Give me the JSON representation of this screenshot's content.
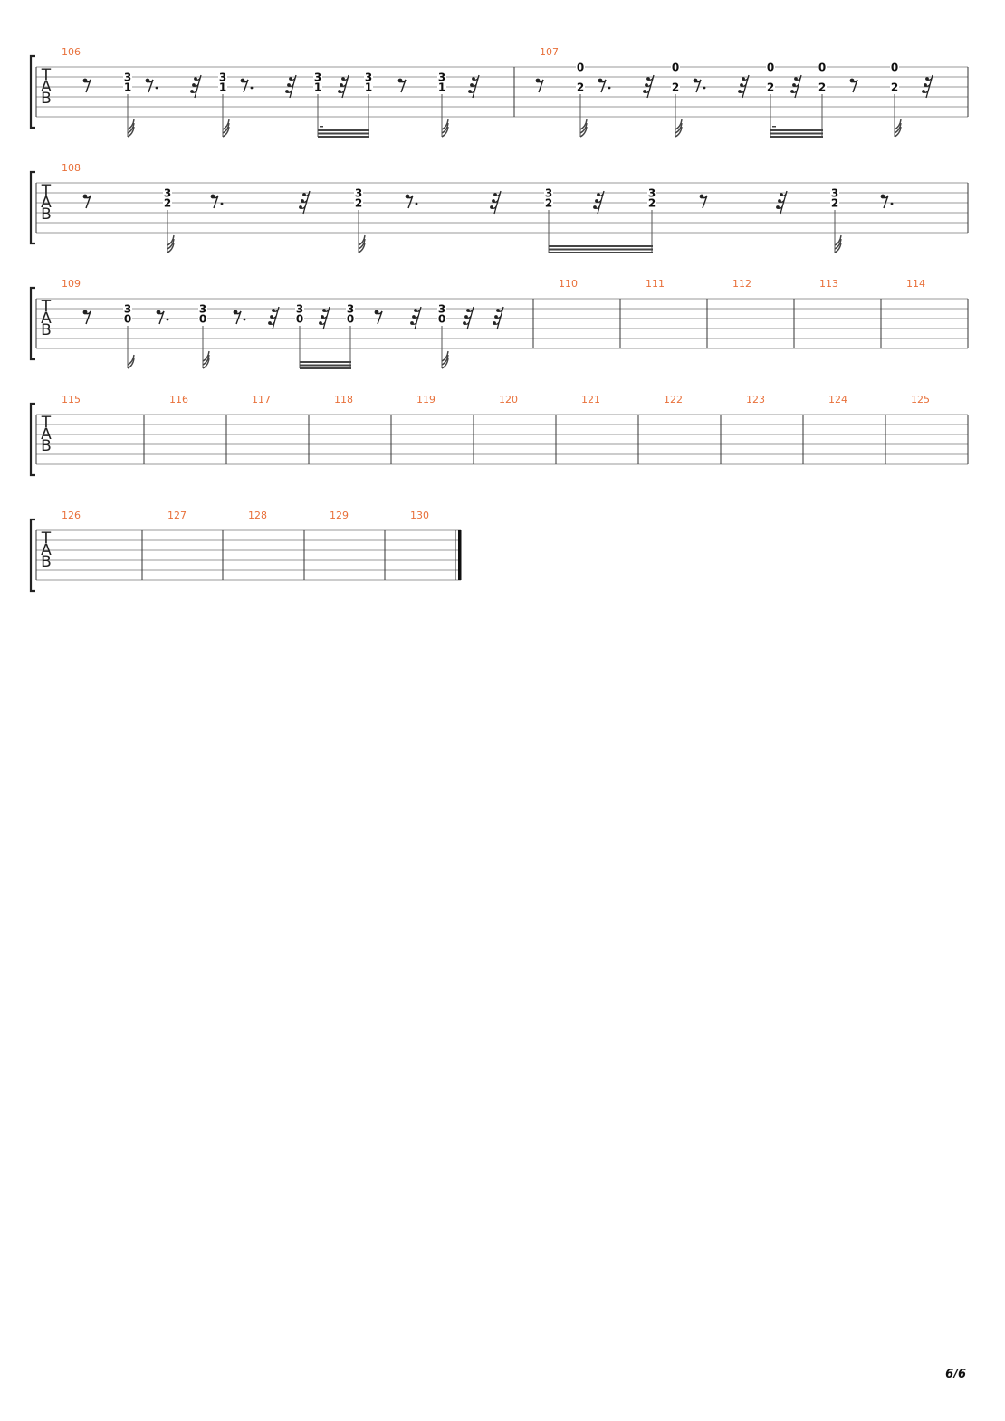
{
  "sheet": {
    "clef_letters": [
      "T",
      "A",
      "B"
    ],
    "page_number": "6/6",
    "systems": [
      {
        "measures": [
          {
            "number": "106",
            "events": [
              {
                "kind": "rest",
                "value": "8"
              },
              {
                "kind": "chord",
                "frets": {
                  "1": "3",
                  "2": "1"
                },
                "stem": "32"
              },
              {
                "kind": "rest",
                "value": "8."
              },
              {
                "kind": "rest",
                "value": "32"
              },
              {
                "kind": "chord",
                "frets": {
                  "1": "3",
                  "2": "1"
                },
                "stem": "32"
              },
              {
                "kind": "rest",
                "value": "8."
              },
              {
                "kind": "rest",
                "value": "32"
              },
              {
                "kind": "chord",
                "frets": {
                  "1": "3",
                  "2": "1"
                },
                "stem": "32",
                "beam_group": "a",
                "dotted": true
              },
              {
                "kind": "rest",
                "value": "32"
              },
              {
                "kind": "chord",
                "frets": {
                  "1": "3",
                  "2": "1"
                },
                "stem": "32",
                "beam_group": "a"
              },
              {
                "kind": "rest",
                "value": "8"
              },
              {
                "kind": "chord",
                "frets": {
                  "1": "3",
                  "2": "1"
                },
                "stem": "32"
              },
              {
                "kind": "rest",
                "value": "32"
              }
            ]
          },
          {
            "number": "107",
            "events": [
              {
                "kind": "rest",
                "value": "8"
              },
              {
                "kind": "chord",
                "frets": {
                  "0": "0",
                  "2": "2"
                },
                "stem": "32"
              },
              {
                "kind": "rest",
                "value": "8."
              },
              {
                "kind": "rest",
                "value": "32"
              },
              {
                "kind": "chord",
                "frets": {
                  "0": "0",
                  "2": "2"
                },
                "stem": "32"
              },
              {
                "kind": "rest",
                "value": "8."
              },
              {
                "kind": "rest",
                "value": "32"
              },
              {
                "kind": "chord",
                "frets": {
                  "0": "0",
                  "2": "2"
                },
                "stem": "32",
                "beam_group": "b",
                "dotted": true
              },
              {
                "kind": "rest",
                "value": "32"
              },
              {
                "kind": "chord",
                "frets": {
                  "0": "0",
                  "2": "2"
                },
                "stem": "32",
                "beam_group": "b"
              },
              {
                "kind": "rest",
                "value": "8"
              },
              {
                "kind": "chord",
                "frets": {
                  "0": "0",
                  "2": "2"
                },
                "stem": "32"
              },
              {
                "kind": "rest",
                "value": "32"
              }
            ]
          }
        ]
      },
      {
        "measures": [
          {
            "number": "108",
            "events": [
              {
                "kind": "rest",
                "value": "8"
              },
              {
                "kind": "chord",
                "frets": {
                  "1": "3",
                  "2": "2"
                },
                "stem": "32"
              },
              {
                "kind": "rest",
                "value": "8."
              },
              {
                "kind": "rest",
                "value": "32"
              },
              {
                "kind": "chord",
                "frets": {
                  "1": "3",
                  "2": "2"
                },
                "stem": "32"
              },
              {
                "kind": "rest",
                "value": "8."
              },
              {
                "kind": "rest",
                "value": "32"
              },
              {
                "kind": "chord",
                "frets": {
                  "1": "3",
                  "2": "2"
                },
                "stem": "32",
                "beam_group": "c"
              },
              {
                "kind": "rest",
                "value": "32"
              },
              {
                "kind": "chord",
                "frets": {
                  "1": "3",
                  "2": "2"
                },
                "stem": "32",
                "beam_group": "c"
              },
              {
                "kind": "rest",
                "value": "8"
              },
              {
                "kind": "rest",
                "value": "32"
              },
              {
                "kind": "chord",
                "frets": {
                  "1": "3",
                  "2": "2"
                },
                "stem": "32"
              },
              {
                "kind": "rest",
                "value": "8."
              }
            ]
          }
        ]
      },
      {
        "measures": [
          {
            "number": "109",
            "events": [
              {
                "kind": "rest",
                "value": "8"
              },
              {
                "kind": "chord",
                "frets": {
                  "1": "3",
                  "2": "0"
                },
                "stem": "16"
              },
              {
                "kind": "rest",
                "value": "8."
              },
              {
                "kind": "chord",
                "frets": {
                  "1": "3",
                  "2": "0"
                },
                "stem": "32"
              },
              {
                "kind": "rest",
                "value": "8."
              },
              {
                "kind": "rest",
                "value": "32"
              },
              {
                "kind": "chord",
                "frets": {
                  "1": "3",
                  "2": "0"
                },
                "stem": "32",
                "beam_group": "d"
              },
              {
                "kind": "rest",
                "value": "32"
              },
              {
                "kind": "chord",
                "frets": {
                  "1": "3",
                  "2": "0"
                },
                "stem": "32",
                "beam_group": "d"
              },
              {
                "kind": "rest",
                "value": "8"
              },
              {
                "kind": "rest",
                "value": "32"
              },
              {
                "kind": "chord",
                "frets": {
                  "1": "3",
                  "2": "0"
                },
                "stem": "32"
              },
              {
                "kind": "rest",
                "value": "32"
              },
              {
                "kind": "rest",
                "value": "32"
              }
            ]
          },
          {
            "number": "110",
            "events": []
          },
          {
            "number": "111",
            "events": []
          },
          {
            "number": "112",
            "events": []
          },
          {
            "number": "113",
            "events": []
          },
          {
            "number": "114",
            "events": []
          }
        ]
      },
      {
        "measures": [
          {
            "number": "115",
            "events": []
          },
          {
            "number": "116",
            "events": []
          },
          {
            "number": "117",
            "events": []
          },
          {
            "number": "118",
            "events": []
          },
          {
            "number": "119",
            "events": []
          },
          {
            "number": "120",
            "events": []
          },
          {
            "number": "121",
            "events": []
          },
          {
            "number": "122",
            "events": []
          },
          {
            "number": "123",
            "events": []
          },
          {
            "number": "124",
            "events": []
          },
          {
            "number": "125",
            "events": []
          }
        ]
      },
      {
        "final_barline": true,
        "measures": [
          {
            "number": "126",
            "events": []
          },
          {
            "number": "127",
            "events": []
          },
          {
            "number": "128",
            "events": []
          },
          {
            "number": "129",
            "events": []
          },
          {
            "number": "130",
            "events": []
          }
        ]
      }
    ]
  }
}
